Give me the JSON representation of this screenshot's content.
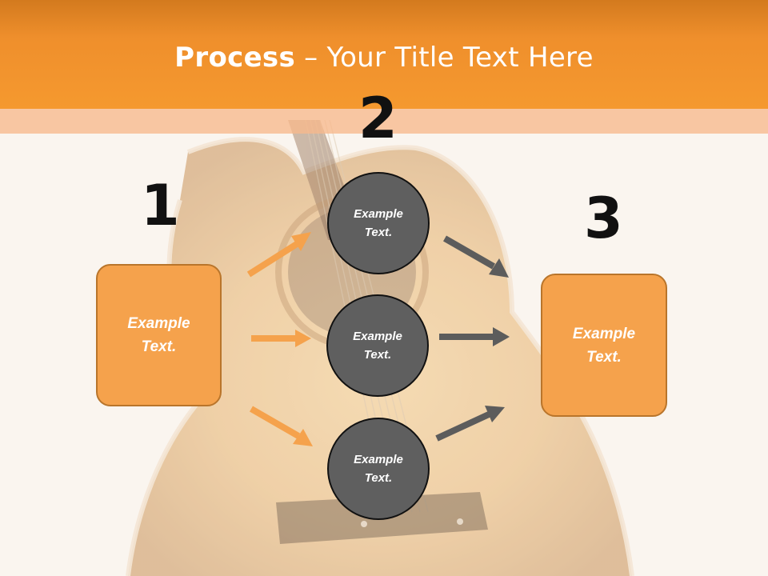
{
  "slide": {
    "title_bold": "Process",
    "title_rest": " – Your Title Text Here"
  },
  "steps": [
    {
      "number": "1",
      "text": "Example\nText."
    },
    {
      "number": "2",
      "items": [
        "Example\nText.",
        "Example\nText.",
        "Example\nText."
      ]
    },
    {
      "number": "3",
      "text": "Example\nText."
    }
  ],
  "colors": {
    "header": "#f5992f",
    "box_fill": "#f5a24c",
    "circle_fill": "#5f5f5f",
    "arrow_orange": "#f5a24c",
    "arrow_gray": "#5c5c5c"
  },
  "background": {
    "image": "acoustic guitar"
  }
}
